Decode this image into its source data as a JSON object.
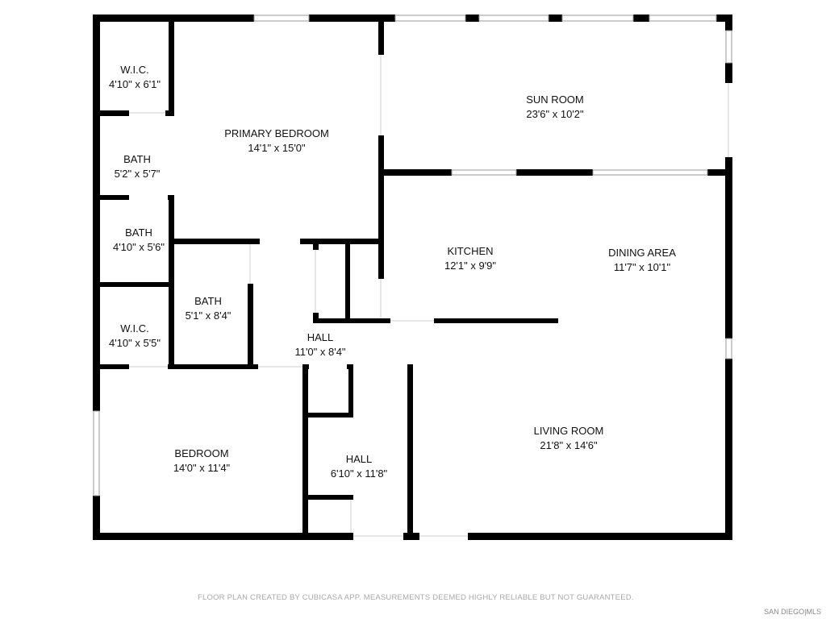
{
  "rooms": [
    {
      "name": "W.I.C.",
      "size": "4'10\" x 6'1\""
    },
    {
      "name": "PRIMARY BEDROOM",
      "size": "14'1\" x 15'0\""
    },
    {
      "name": "SUN ROOM",
      "size": "23'6\" x 10'2\""
    },
    {
      "name": "BATH",
      "size": "5'2\" x 5'7\""
    },
    {
      "name": "BATH",
      "size": "4'10\" x 5'6\""
    },
    {
      "name": "KITCHEN",
      "size": "12'1\" x 9'9\""
    },
    {
      "name": "DINING AREA",
      "size": "11'7\" x 10'1\""
    },
    {
      "name": "BATH",
      "size": "5'1\" x 8'4\""
    },
    {
      "name": "W.I.C.",
      "size": "4'10\" x 5'5\""
    },
    {
      "name": "HALL",
      "size": "11'0\" x 8'4\""
    },
    {
      "name": "BEDROOM",
      "size": "14'0\" x 11'4\""
    },
    {
      "name": "HALL",
      "size": "6'10\" x 11'8\""
    },
    {
      "name": "LIVING ROOM",
      "size": "21'8\" x 14'6\""
    }
  ],
  "footer": {
    "disclaimer": "FLOOR PLAN CREATED BY CUBICASA APP. MEASUREMENTS DEEMED HIGHLY RELIABLE BUT NOT GUARANTEED.",
    "watermark": "SAN DIEGO|MLS"
  }
}
